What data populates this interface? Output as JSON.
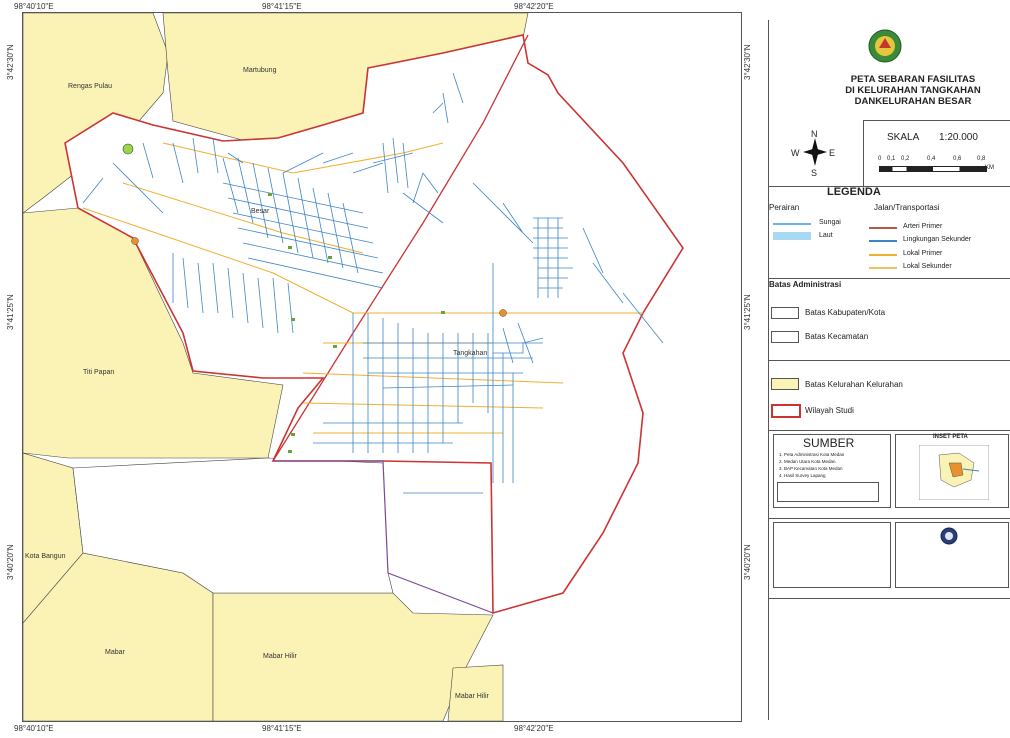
{
  "coords": {
    "top": [
      "98°40'10\"E",
      "98°41'15\"E",
      "98°42'20\"E"
    ],
    "bottom": [
      "98°40'10\"E",
      "98°41'15\"E",
      "98°42'20\"E"
    ],
    "left": [
      "3°42'30\"N",
      "3°41'25\"N",
      "3°40'20\"N"
    ],
    "right": [
      "3°42'30\"N",
      "3°41'25\"N",
      "3°40'20\"N"
    ]
  },
  "places": {
    "rengas_pulau": "Rengas Pulau",
    "martubung": "Martubung",
    "besar": "Besar",
    "tangkahan": "Tangkahan",
    "titi_papan": "Titi Papan",
    "kota_bangun": "Kota Bangun",
    "mabar": "Mabar",
    "mabar_hilir_1": "Mabar Hilir",
    "mabar_hilir_2": "Mabar Hilir"
  },
  "panel": {
    "title_lines": [
      "PETA SEBARAN FASILITAS",
      "DI KELURAHAN TANGKAHAN",
      "DANKELURAHAN BESAR"
    ],
    "compass": {
      "n": "N",
      "s": "S",
      "e": "E",
      "w": "W"
    },
    "scale_label": "SKALA",
    "scale_value": "1:20.000",
    "scale_ticks": [
      "0",
      "0,1",
      "0,2",
      "0,4",
      "0,6",
      "0,8"
    ],
    "scale_unit": "KM",
    "legend_title": "LEGENDA",
    "perairan": "Perairan",
    "sungai": "Sungai",
    "laut": "Laut",
    "jalan": "Jalan/Transportasi",
    "arteri_primer": "Arteri Primer",
    "lingkungan_sekunder": "Lingkungan Sekunder",
    "lokal_primer": "Lokal Primer",
    "lokal_sekunder": "Lokal Sekunder",
    "batas_admin": "Batas Administrasi",
    "batas_kab": "Batas Kabupaten/Kota",
    "batas_kec": "Batas Kecamatan",
    "batas_kel": "Batas Kelurahan Kelurahan",
    "wilayah_studi": "Wilayah Studi",
    "sumber_title": "SUMBER",
    "sumber_items": [
      "1. Peta Administrasi Kota Medan",
      "2. Medan Utara Kota Medan",
      "3. BAP Kecamatan Kota Medan",
      "4. Hasil Survey Lapang"
    ],
    "inset_title": "INSET PETA"
  },
  "colors": {
    "land_yellow": "#faf3b5",
    "study_border": "#cc3333",
    "road_blue": "#3d86c6",
    "road_orange": "#f0b030",
    "kec_border": "#7a4a9a"
  }
}
